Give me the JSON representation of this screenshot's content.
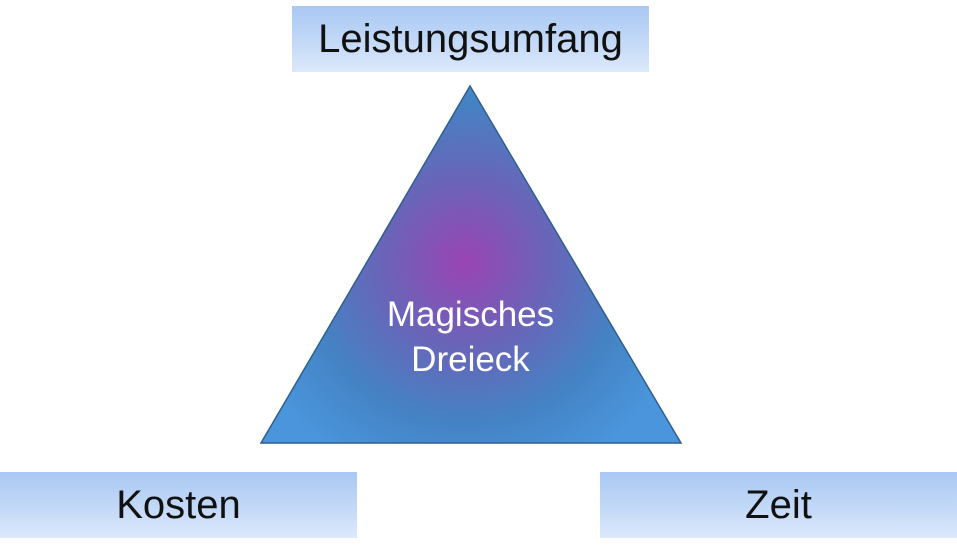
{
  "diagram": {
    "top_label": "Leistungsumfang",
    "left_label": "Kosten",
    "right_label": "Zeit",
    "center_label_line1": "Magisches",
    "center_label_line2": "Dreieck"
  },
  "colors": {
    "label_box_top": "#a9c8f3",
    "label_box_bottom": "#dde9fb",
    "triangle_edge": "#4a8fd8",
    "triangle_center": "#9a44b4",
    "triangle_outline": "#2f5f8f"
  }
}
